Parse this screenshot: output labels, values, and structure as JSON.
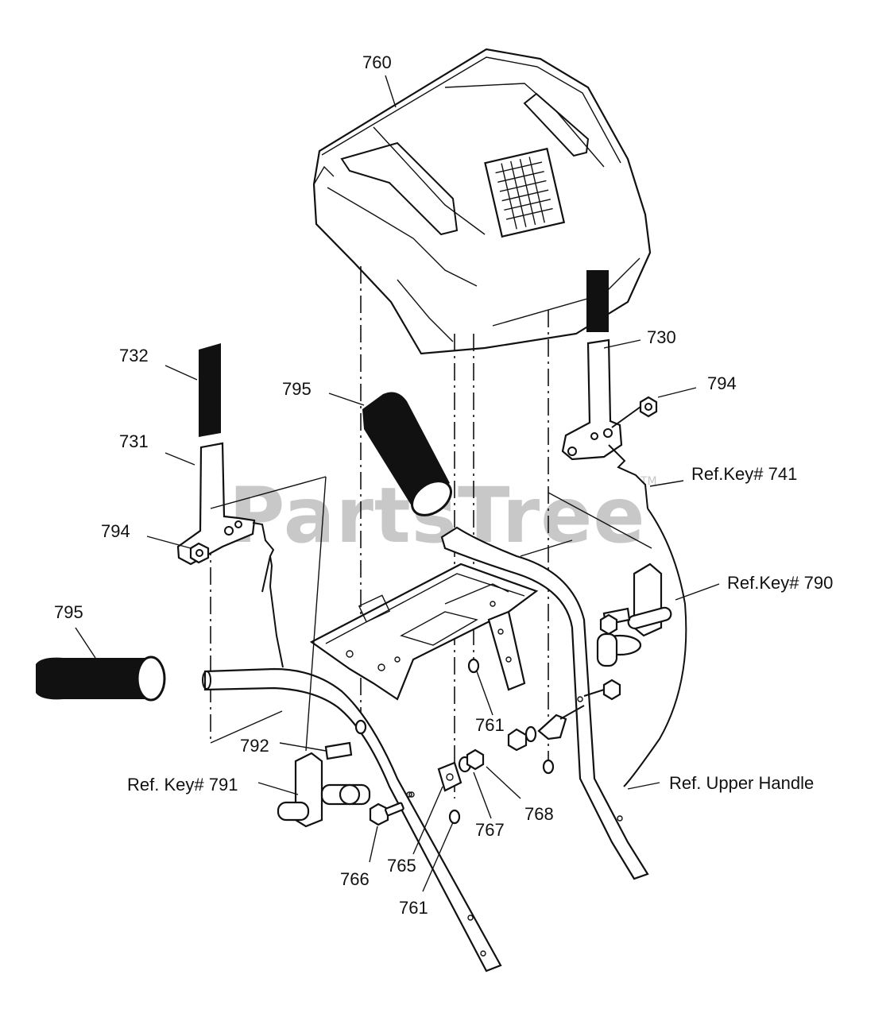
{
  "watermark": {
    "text": "PartsTree",
    "trademark": "TM"
  },
  "callouts": {
    "c760": "760",
    "c730": "730",
    "c732": "732",
    "c794_right": "794",
    "c795_top": "795",
    "c731": "731",
    "ref741": "Ref.Key# 741",
    "c794_left": "794",
    "ref790": "Ref.Key# 790",
    "c795_left": "795",
    "c761_upper": "761",
    "c792": "792",
    "ref791": "Ref. Key# 791",
    "refUpperHandle": "Ref. Upper Handle",
    "c768": "768",
    "c767": "767",
    "c765": "765",
    "c766": "766",
    "c761_lower": "761"
  }
}
